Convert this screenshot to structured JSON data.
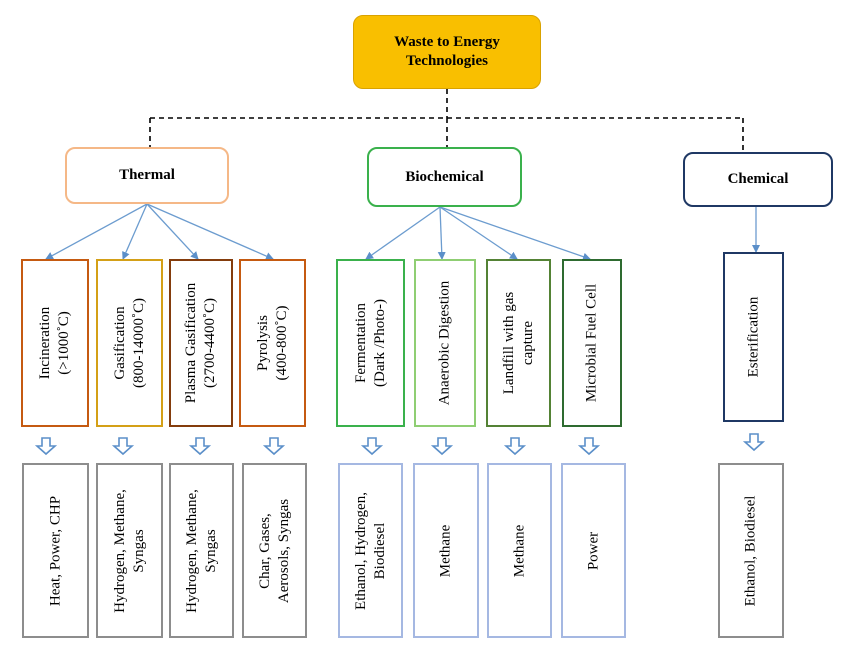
{
  "root": {
    "title": "Waste to Energy Technologies"
  },
  "colors": {
    "root_fill": "#f9bf00",
    "thermal": "#f5b887",
    "biochemical": "#3ab14c",
    "chemical": "#1f3864",
    "connector": "#6c9ccf",
    "product_border": "#8d8d8d",
    "bio_product_border": "#a5b8e2"
  },
  "categories": [
    {
      "name": "Thermal",
      "technologies": [
        {
          "label": "Incineration\n(>1000˚C)",
          "product": "Heat, Power, CHP"
        },
        {
          "label": "Gasification\n(800-14000˚C)",
          "product": "Hydrogen, Methane,\nSyngas"
        },
        {
          "label": "Plasma Gasification\n(2700-4400˚C)",
          "product": "Hydrogen, Methane,\nSyngas"
        },
        {
          "label": "Pyrolysis\n(400-800˚C)",
          "product": "Char, Gases,\nAerosols, Syngas"
        }
      ]
    },
    {
      "name": "Biochemical",
      "technologies": [
        {
          "label": "Fermentation\n(Dark /Photo-)",
          "product": "Ethanol, Hydrogen,\nBiodiesel"
        },
        {
          "label": "Anaerobic Digestion",
          "product": "Methane"
        },
        {
          "label": "Landfill with gas\ncapture",
          "product": "Methane"
        },
        {
          "label": "Microbial Fuel Cell",
          "product": "Power"
        }
      ]
    },
    {
      "name": "Chemical",
      "technologies": [
        {
          "label": "Esterification",
          "product": "Ethanol, Biodiesel"
        }
      ]
    }
  ]
}
